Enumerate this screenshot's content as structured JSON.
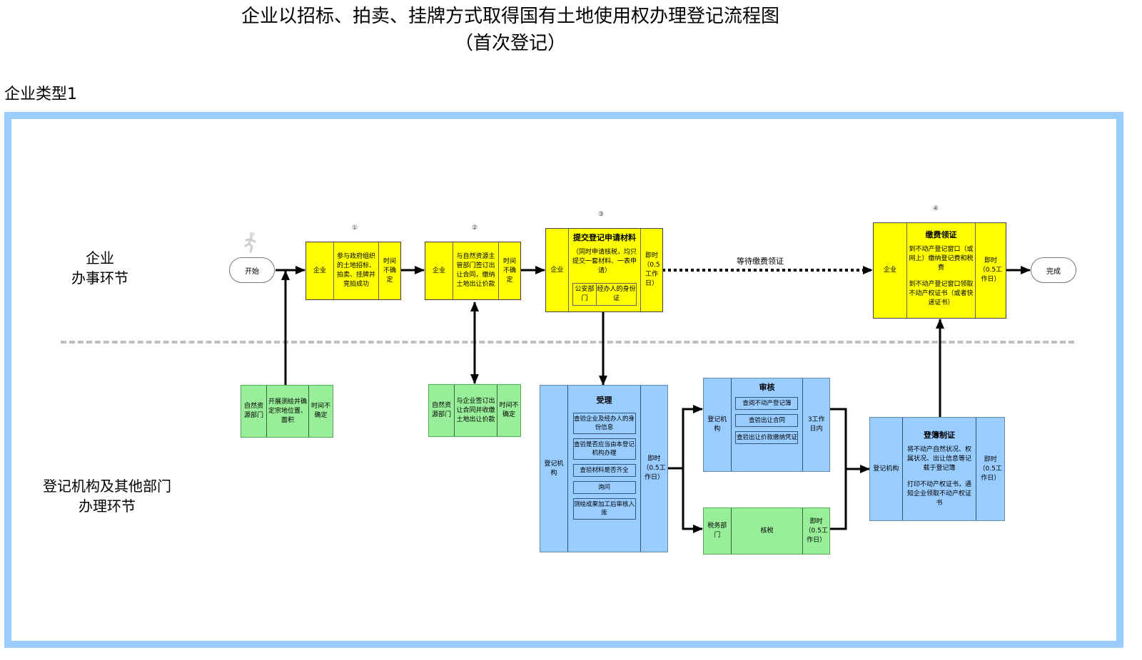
{
  "title": {
    "line1": "企业以招标、拍卖、挂牌方式取得国有土地使用权办理登记流程图",
    "line2": "（首次登记）"
  },
  "enterprise_type": "企业类型1",
  "lanes": {
    "enterprise": {
      "line1": "企业",
      "line2": "办事环节"
    },
    "agency": {
      "line1": "登记机构及其他部门",
      "line2": "办理环节"
    }
  },
  "terminals": {
    "start": "开始",
    "end": "完成"
  },
  "waiting_note": "等待缴费领证",
  "steps": {
    "step1": {
      "number": "①",
      "actor": "企业",
      "task": "参与政府组织的土地招标、拍卖、挂牌并竞拍成功",
      "time": "时间不确定"
    },
    "step2": {
      "number": "②",
      "actor": "企业",
      "task": "与自然资源主管部门签订出让合同，缴纳土地出让价款",
      "time": "时间不确定"
    },
    "step3": {
      "number": "③",
      "actor": "企业",
      "title": "提交登记申请材料",
      "task": "（同时申请核税，均只提交一套材料、一表申请）",
      "sub": [
        "公安部门",
        "经办人的身份证"
      ],
      "time": "即时（0.5工作日）"
    },
    "step4": {
      "number": "④",
      "actor": "企业",
      "title": "缴费领证",
      "task1": "到不动产登记窗口（或网上）缴纳登记费和税费",
      "task2": "到不动产登记窗口领取不动产权证书（或者快递证书）",
      "time": "即时（0.5工作日）"
    }
  },
  "agency_boxes": {
    "survey": {
      "actor": "自然资源部门",
      "task": "开展测绘并确定宗地位置、面积",
      "time": "时间不确定"
    },
    "contract": {
      "actor": "自然资源部门",
      "task": "与企业签订出让合同并收缴土地出让价款",
      "time": "时间不确定"
    },
    "accept": {
      "actor": "登记机构",
      "title": "受理",
      "items": [
        "查验企业及经办人的身份信息",
        "查验是否应当由本登记机构办理",
        "查验材料是否齐全",
        "询问",
        "测绘成果加工后审核入库"
      ],
      "time": "即时（0.5工作日）"
    },
    "review": {
      "actor": "登记机构",
      "title": "审核",
      "items": [
        "查阅不动产登记簿",
        "查验出让合同",
        "查验出让价款缴纳凭证"
      ],
      "time": "3工作日内"
    },
    "tax": {
      "actor": "税务部门",
      "task": "核税",
      "time": "即时（0.5工作日）"
    },
    "register": {
      "actor": "登记机构",
      "title": "登簿制证",
      "task1": "将不动产自然状况、权属状况、出让信息等记载于登记簿",
      "task2": "打印不动产权证书，通知企业领取不动产权证书",
      "time": "即时（0.5工作日）"
    }
  },
  "colors": {
    "frame": "#99ccff",
    "enterprise_box": "#ffff00",
    "agency_box": "#99ccff",
    "other_dept_box": "#99ee99",
    "divider": "#bfbfbf"
  }
}
